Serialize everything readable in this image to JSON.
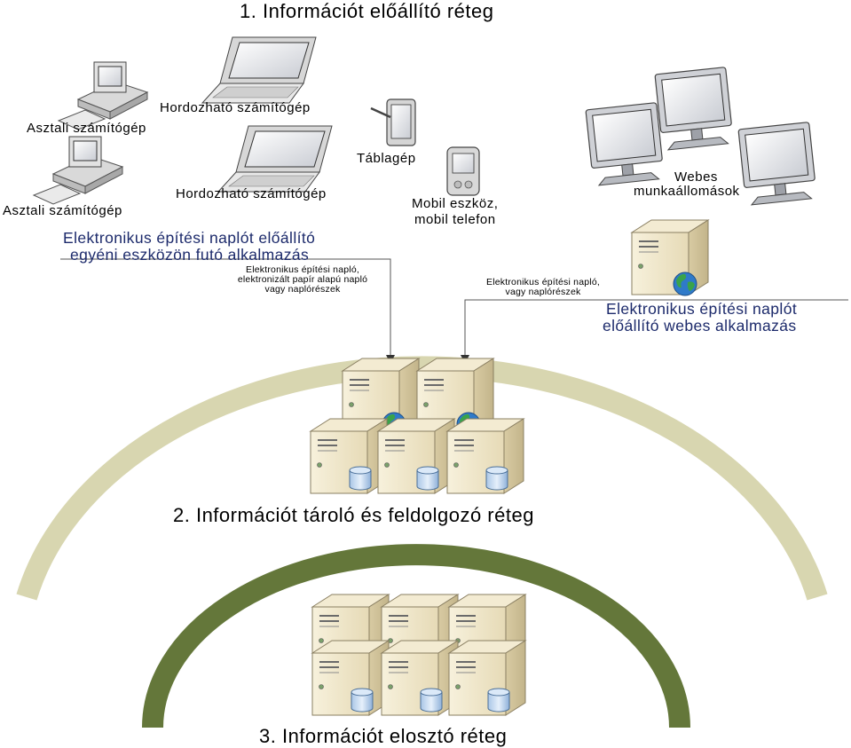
{
  "layers": {
    "layer1": "1. Információt előállító réteg",
    "layer2": "2. Információt tároló és feldolgozó réteg",
    "layer3": "3. Információt elosztó réteg"
  },
  "devices": {
    "desktop_top": "Asztali számítógép",
    "desktop_bottom": "Asztali számítógép",
    "laptop_top": "Hordozható számítógép",
    "laptop_bottom": "Hordozható számítógép",
    "tablet": "Táblagép",
    "mobile_line1": "Mobil eszköz,",
    "mobile_line2": "mobil telefon",
    "web_ws_line1": "Webes",
    "web_ws_line2": "munkaállomások"
  },
  "apps": {
    "individual_line1": "Elektronikus építési naplót előállító",
    "individual_line2": "egyéni eszközön futó alkalmazás",
    "web_line1": "Elektronikus építési naplót",
    "web_line2": "előállító webes alkalmazás"
  },
  "flows": {
    "left_line1": "Elektronikus építési napló,",
    "left_line2": "elektronizált papír alapú napló",
    "left_line3": "vagy naplórészek",
    "right_line1": "Elektronikus építési napló,",
    "right_line2": "vagy naplórészek"
  },
  "colors": {
    "outer_arc": "#d8d6b0",
    "inner_arc": "#64773a",
    "app_text": "#1c2a6b",
    "server_body": "#efe6c8"
  },
  "icons": [
    "desktop-computer-icon",
    "laptop-icon",
    "tablet-icon",
    "mobile-phone-icon",
    "monitor-icon",
    "web-server-icon",
    "server-icon",
    "database-icon",
    "globe-icon"
  ]
}
